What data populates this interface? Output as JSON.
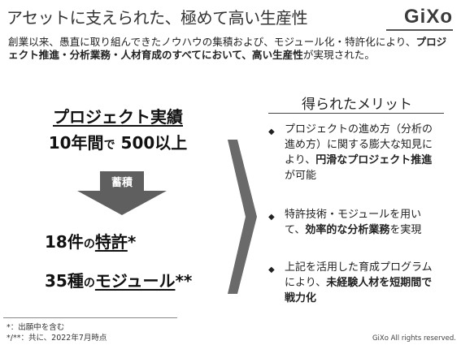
{
  "header": {
    "title": "アセットに支えられた、極めて高い生産性",
    "logo_text": "GiXo"
  },
  "intro": {
    "part1": "創業以来、愚直に取り組んできたノウハウの集積および、モジュール化・特許化により、",
    "bold1": "プロジェクト推進・分析業務・人材育成のすべてにおいて、高い生産性",
    "part2": "が実現された。"
  },
  "left": {
    "project_title": "プロジェクト実績",
    "count_a": "10年間",
    "count_b": "で",
    "count_c": "500以上",
    "arrow_label": "蓄積",
    "patent_num": "18件",
    "patent_no": "の",
    "patent_word": "特許",
    "patent_mark": "*",
    "module_num": "35種",
    "module_no": "の",
    "module_word": "モジュール",
    "module_mark": "**"
  },
  "merits": {
    "title": "得られたメリット",
    "items": [
      {
        "pre": "プロジェクトの進め方（分析の進め方）に関する膨大な知見により、",
        "bold": "円滑なプロジェクト推進",
        "post": "が可能"
      },
      {
        "pre": "特許技術・モジュールを用いて、",
        "bold": "効率的な分析業務",
        "post": "を実現"
      },
      {
        "pre": "上記を活用した育成プログラムにより、",
        "bold": "未経験人材を短期間で戦力化",
        "post": ""
      }
    ]
  },
  "footnotes": {
    "note1": "*：出願中を含む",
    "note2": "*/**：共に、2022年7月時点",
    "copyright": "GiXo All rights reserved."
  },
  "colors": {
    "arrow": "#5f5f5f",
    "chevron": "#6a6a6a",
    "text": "#222222"
  }
}
